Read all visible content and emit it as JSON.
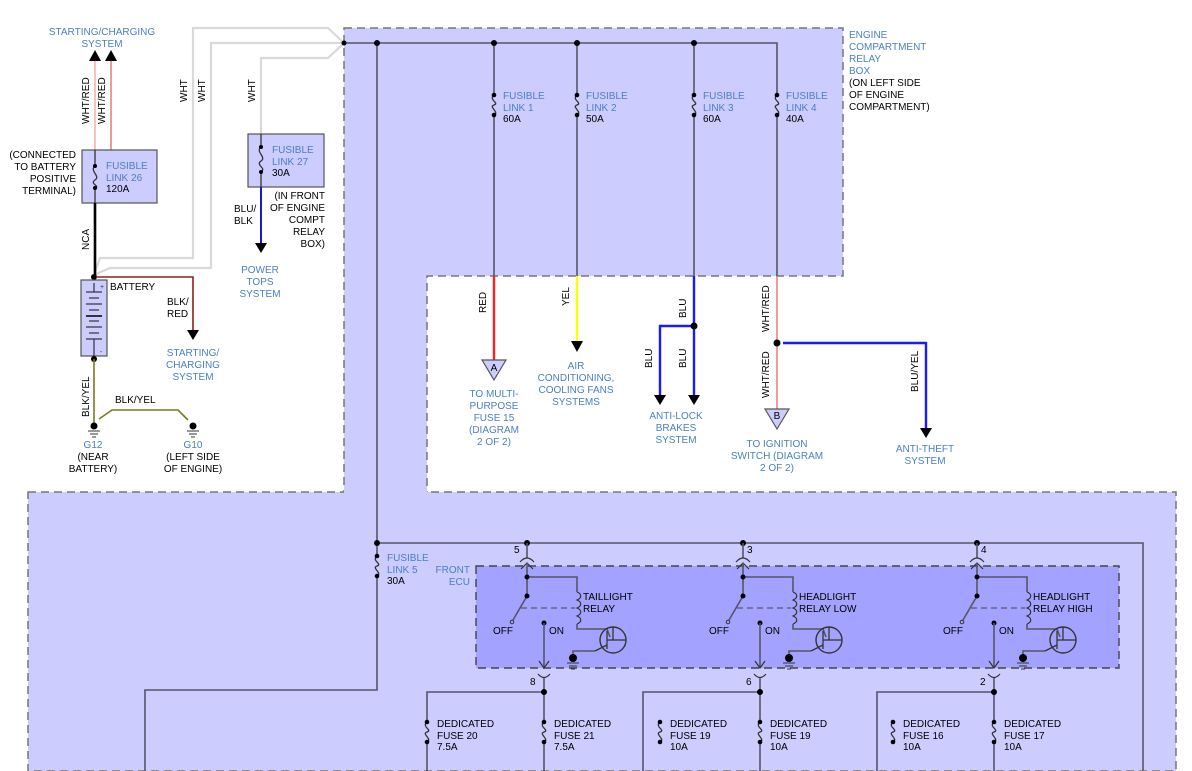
{
  "colors": {
    "region_fill": "#ccccff",
    "ecu_fill": "#a3a3ff",
    "label_blue": "#4a7fc1",
    "wire_red": "#ff2020",
    "wire_yellow": "#ffff00",
    "wire_blue": "#1a1aff",
    "wire_whtred": "#f08080",
    "wire_wht": "#d9d9d9"
  },
  "left": {
    "starting_charging_top": [
      "STARTING/CHARGING",
      "SYSTEM"
    ],
    "wire_whtred_1": "WHT/RED",
    "wire_whtred_2": "WHT/RED",
    "connected_note": [
      "(CONNECTED",
      "TO BATTERY",
      "POSITIVE",
      "TERMINAL)"
    ],
    "fl26": {
      "name": [
        "FUSIBLE",
        "LINK 26"
      ],
      "rating": "120A"
    },
    "wire_nca": "NCA",
    "battery_label": "BATTERY",
    "wire_blkred": [
      "BLK/",
      "RED"
    ],
    "starting_charging_right": [
      "STARTING/",
      "CHARGING",
      "SYSTEM"
    ],
    "wire_blkyel_v": "BLK/YEL",
    "wire_blkyel_h": "BLK/YEL",
    "g12": {
      "name": "G12",
      "note": [
        "(NEAR",
        "BATTERY)"
      ]
    },
    "g10": {
      "name": "G10",
      "note": [
        "(LEFT SIDE",
        "OF ENGINE)"
      ]
    },
    "wire_wht_1": "WHT",
    "wire_wht_2": "WHT",
    "wire_wht_3": "WHT",
    "fl27": {
      "name": [
        "FUSIBLE",
        "LINK 27"
      ],
      "rating": "30A"
    },
    "fl27_note": [
      "(IN FRONT",
      "OF ENGINE",
      "COMPT",
      "RELAY",
      "BOX)"
    ],
    "wire_blublk": [
      "BLU/",
      "BLK"
    ],
    "power_tops": [
      "POWER",
      "TOPS",
      "SYSTEM"
    ]
  },
  "relay_box": {
    "title": [
      "ENGINE",
      "COMPARTMENT",
      "RELAY",
      "BOX"
    ],
    "note": [
      "(ON LEFT SIDE",
      "OF ENGINE",
      "COMPARTMENT)"
    ],
    "fusible_links": [
      {
        "name": [
          "FUSIBLE",
          "LINK 1"
        ],
        "rating": "60A"
      },
      {
        "name": [
          "FUSIBLE",
          "LINK 2"
        ],
        "rating": "50A"
      },
      {
        "name": [
          "FUSIBLE",
          "LINK 3"
        ],
        "rating": "60A"
      },
      {
        "name": [
          "FUSIBLE",
          "LINK 4"
        ],
        "rating": "40A"
      }
    ]
  },
  "outputs": {
    "wire_red": "RED",
    "wire_yel": "YEL",
    "wire_blu_1": "BLU",
    "wire_blu_2": "BLU",
    "wire_blu_3": "BLU",
    "wire_whtred_1": "WHT/RED",
    "wire_whtred_2": "WHT/RED",
    "wire_bluyel": "BLU/YEL",
    "connector_a": "A",
    "connector_b": "B",
    "multipurpose": [
      "TO MULTI-",
      "PURPOSE",
      "FUSE 15",
      "(DIAGRAM",
      "2 OF 2)"
    ],
    "air_cond": [
      "AIR",
      "CONDITIONING,",
      "COOLING FANS",
      "SYSTEMS"
    ],
    "antilock": [
      "ANTI-LOCK",
      "BRAKES",
      "SYSTEM"
    ],
    "ignition": [
      "TO IGNITION",
      "SWITCH (DIAGRAM",
      "2 OF 2)"
    ],
    "antitheft": [
      "ANTI-THEFT",
      "SYSTEM"
    ]
  },
  "lower": {
    "fl5": {
      "name": [
        "FUSIBLE",
        "LINK 5"
      ],
      "rating": "30A"
    },
    "front_ecu": [
      "FRONT",
      "ECU"
    ],
    "relays": [
      {
        "pin_in": "5",
        "pin_out": "8",
        "name": [
          "TAILLIGHT",
          "RELAY"
        ],
        "off": "OFF",
        "on": "ON"
      },
      {
        "pin_in": "3",
        "pin_out": "6",
        "name": [
          "HEADLIGHT",
          "RELAY LOW"
        ],
        "off": "OFF",
        "on": "ON"
      },
      {
        "pin_in": "4",
        "pin_out": "2",
        "name": [
          "HEADLIGHT",
          "RELAY HIGH"
        ],
        "off": "OFF",
        "on": "ON"
      }
    ],
    "fuses": [
      {
        "name": [
          "DEDICATED",
          "FUSE 20"
        ],
        "rating": "7.5A"
      },
      {
        "name": [
          "DEDICATED",
          "FUSE 21"
        ],
        "rating": "7.5A"
      },
      {
        "name": [
          "DEDICATED",
          "FUSE 19"
        ],
        "rating": "10A"
      },
      {
        "name": [
          "DEDICATED",
          "FUSE 19"
        ],
        "rating": "10A"
      },
      {
        "name": [
          "DEDICATED",
          "FUSE 16"
        ],
        "rating": "10A"
      },
      {
        "name": [
          "DEDICATED",
          "FUSE 17"
        ],
        "rating": "10A"
      }
    ]
  }
}
